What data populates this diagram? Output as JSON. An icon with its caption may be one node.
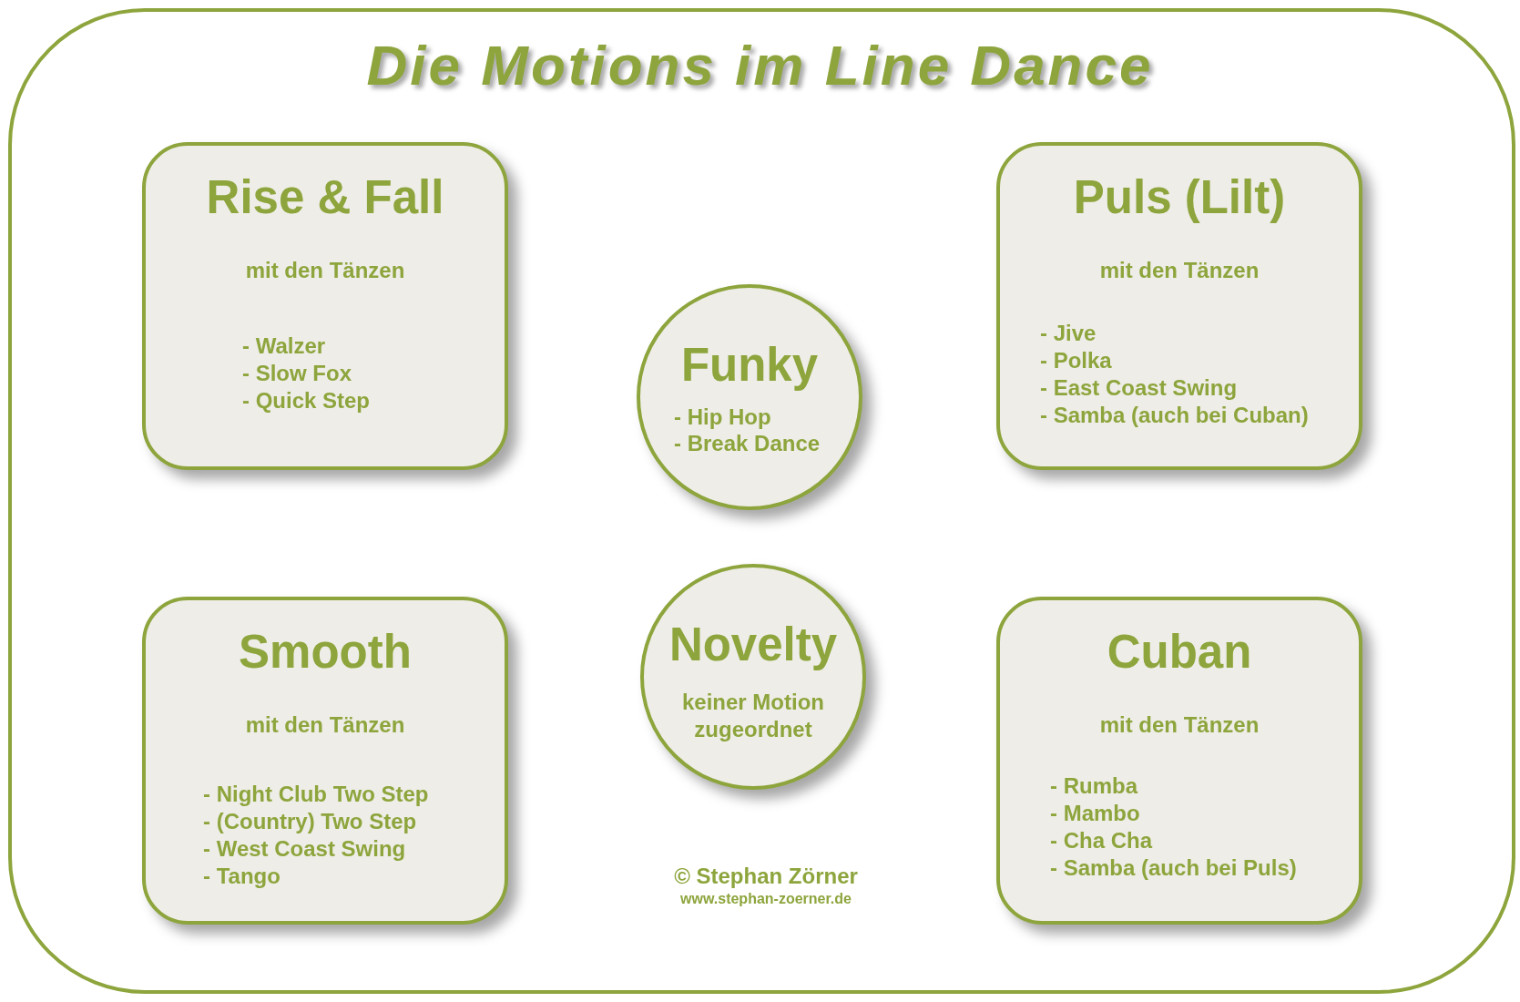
{
  "diagram": {
    "title": "Die Motions im Line Dance",
    "nodes": [
      {
        "text": [
          "Rise & Fall",
          "mit den Tänzen",
          "- Walzer",
          "- Slow Fox",
          "- Quick Step"
        ]
      },
      {
        "text": [
          "Funky",
          "- Hip Hop",
          "- Break Dance"
        ]
      },
      {
        "text": [
          "Puls (Lilt)",
          "mit den Tänzen",
          "- Jive",
          "- Polka",
          "- East Coast Swing",
          "- Samba (auch bei Cuban)"
        ]
      },
      {
        "text": [
          "Smooth",
          "mit den Tänzen",
          "- Night Club Two Step",
          "- (Country) Two Step",
          "- West Coast Swing",
          "- Tango"
        ]
      },
      {
        "text": [
          "Novelty",
          "keiner Motion zugeordnet"
        ]
      },
      {
        "text": [
          "Cuban",
          "mit den Tänzen",
          "- Rumba",
          "- Mambo",
          "- Cha Cha",
          "- Samba (auch bei Puls)"
        ]
      }
    ],
    "labels": [
      "© Stephan Zörner",
      "www.stephan-zoerner.de"
    ]
  }
}
